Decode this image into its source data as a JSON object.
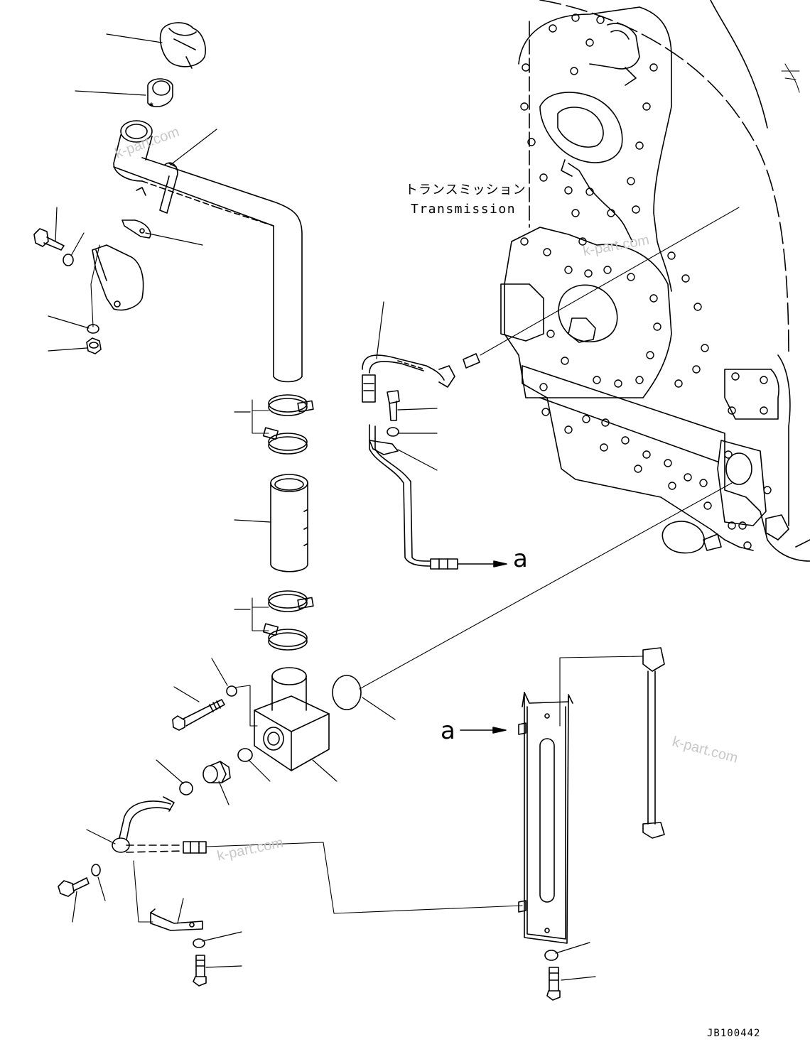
{
  "labels": {
    "transmission_jp": "トランスミッション",
    "transmission_en": "Transmission",
    "connection_marker": "a",
    "drawing_code": "JB100442"
  },
  "watermark": {
    "text": "k-part.com"
  },
  "colors": {
    "line": "#000000",
    "background": "#ffffff",
    "watermark": "#c8c8c8"
  }
}
